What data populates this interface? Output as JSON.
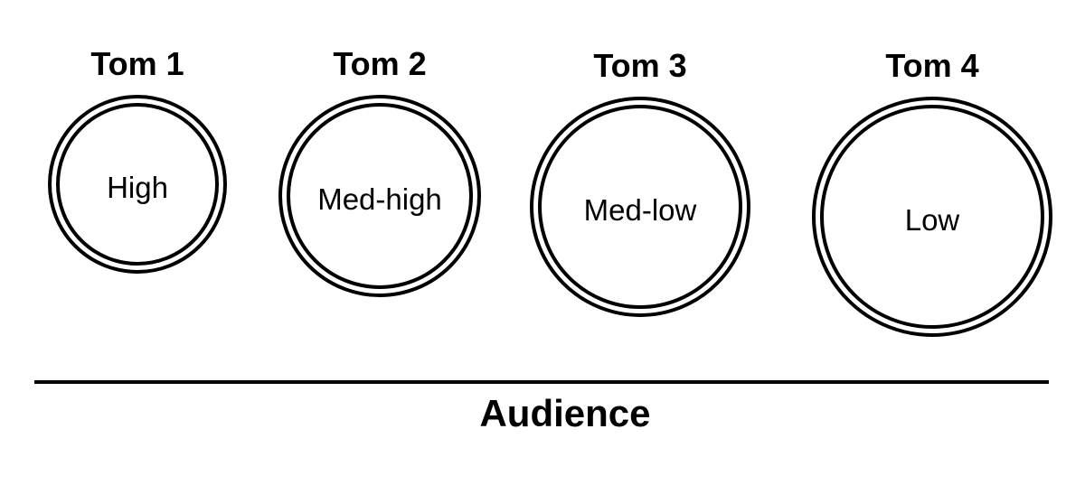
{
  "diagram": {
    "description": "Four-tom drum pitch layout viewed from above the audience line",
    "toms": [
      {
        "title": "Tom 1",
        "pitch": "High"
      },
      {
        "title": "Tom 2",
        "pitch": "Med-high"
      },
      {
        "title": "Tom 3",
        "pitch": "Med-low"
      },
      {
        "title": "Tom 4",
        "pitch": "Low"
      }
    ],
    "audience_label": "Audience",
    "colors": {
      "ink": "#000000",
      "background": "#ffffff"
    }
  }
}
